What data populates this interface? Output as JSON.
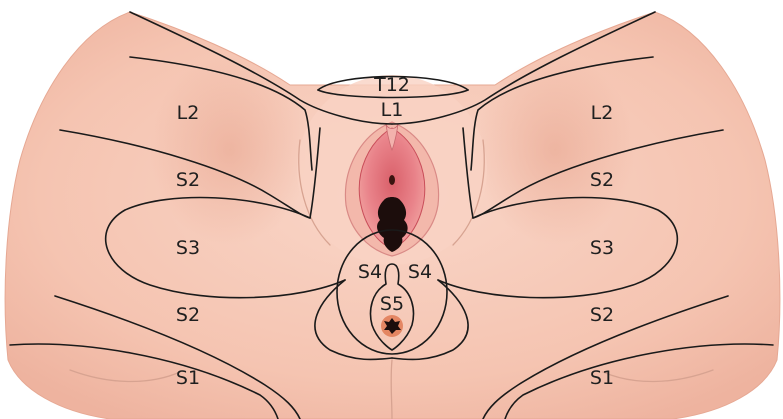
{
  "colors": {
    "skin": "#f6c7b5",
    "skin_dark": "#eaaa94",
    "line": "#1a1a1a",
    "mucosa": "#e9838a",
    "mucosa_dark": "#c94e5a",
    "orifice": "#1c0d0c",
    "anus_ring": "#e07a54"
  },
  "dermatomes": {
    "t12": "T12",
    "l1": "L1",
    "l2_left": "L2",
    "l2_right": "L2",
    "s2_upper_left": "S2",
    "s2_upper_right": "S2",
    "s3_left": "S3",
    "s3_right": "S3",
    "s4_left": "S4",
    "s4_right": "S4",
    "s5": "S5",
    "s2_lower_left": "S2",
    "s2_lower_right": "S2",
    "s1_left": "S1",
    "s1_right": "S1"
  }
}
